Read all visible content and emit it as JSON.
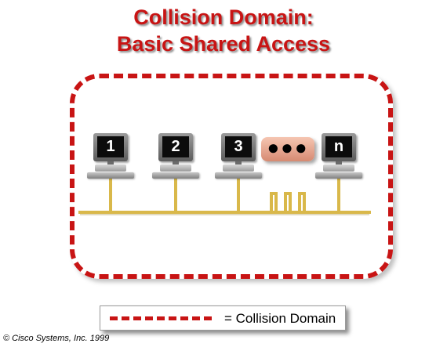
{
  "title": {
    "line1": "Collision Domain:",
    "line2": "Basic Shared Access"
  },
  "colors": {
    "accent": "#c81414",
    "bus": "#d9b84a",
    "dots_box": "#e8a890"
  },
  "computers": [
    {
      "label": "1"
    },
    {
      "label": "2"
    },
    {
      "label": "3"
    },
    {
      "label": "n"
    }
  ],
  "ellipsis": "●●●",
  "legend": {
    "text": "= Collision Domain"
  },
  "copyright": "© Cisco Systems, Inc. 1999"
}
